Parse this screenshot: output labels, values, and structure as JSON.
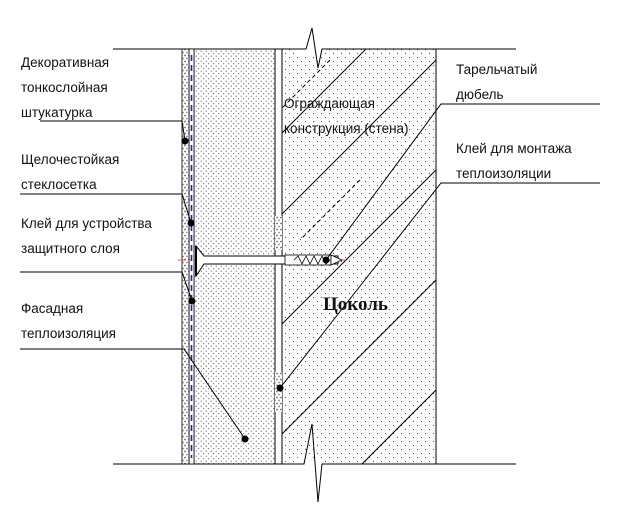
{
  "labels": {
    "decorative_plaster": [
      "Декоративная",
      "тонкослойная",
      "штукатурка"
    ],
    "mesh": [
      "Щелочестойкая",
      "стеклосетка"
    ],
    "protective_adhesive": [
      "Клей для устройства",
      "защитного слоя"
    ],
    "facade_insulation": [
      "Фасадная",
      "теплоизоляция"
    ],
    "enclosing_structure": [
      "Ограждающая",
      "конструкция (стена)"
    ],
    "dowel": [
      "Тарельчатый",
      "дюбель"
    ],
    "mounting_adhesive": [
      "Клей для монтажа",
      "теплоизоляции"
    ],
    "plinth": "Цоколь"
  }
}
